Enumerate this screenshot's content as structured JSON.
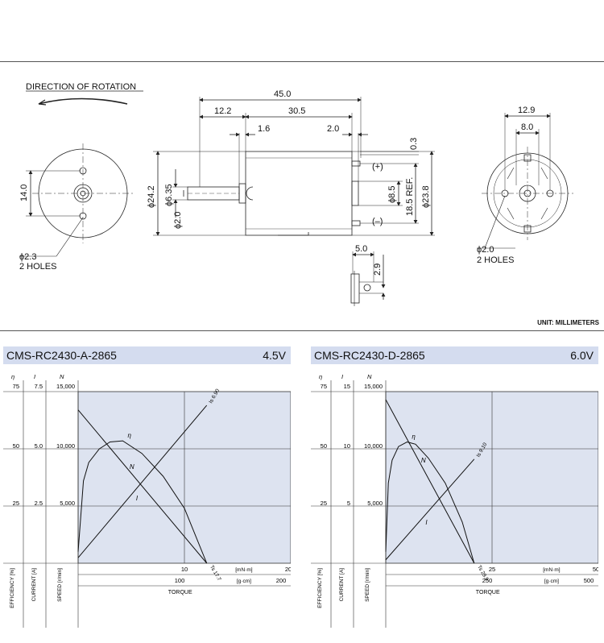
{
  "drawing": {
    "direction_label": "DIRECTION OF ROTATION",
    "dims": {
      "overall_length": "45.0",
      "d12_2": "12.2",
      "d30_5": "30.5",
      "d1_6": "1.6",
      "d2_0": "2.0",
      "d0_3": "0.3",
      "dia24_2": "ϕ24.2",
      "dia6_35": "ϕ6.35",
      "dia2_0": "ϕ2.0",
      "dia8_5": "ϕ8.5",
      "ref18_5": "18.5 REF.",
      "dia23_8": "ϕ23.8",
      "d14_0": "14.0",
      "d12_9": "12.9",
      "d8_0": "8.0",
      "d5_0": "5.0",
      "d2_9": "2.9",
      "plus": "(+)",
      "minus": "(–)"
    },
    "left_holes": {
      "dia": "ϕ2.3",
      "count": "2 HOLES"
    },
    "right_holes": {
      "dia": "ϕ2.0",
      "count": "2 HOLES"
    },
    "unit": "UNIT: MILLIMETERS"
  },
  "chart_data": [
    {
      "type": "line",
      "model": "CMS-RC2430-A-2865",
      "voltage": "4.5V",
      "axes_headers": {
        "eff_sym": "η",
        "cur_sym": "I",
        "spd_sym": "N"
      },
      "efficiency_ticks": [
        "75",
        "50",
        "25"
      ],
      "current_ticks": [
        "7.5",
        "5.0",
        "2.5"
      ],
      "speed_ticks": [
        "15,000",
        "10,000",
        "5,000"
      ],
      "torque_mnm_ticks": [
        "10",
        "20"
      ],
      "torque_gcm_ticks": [
        "100",
        "200"
      ],
      "unit_mnm": "[mN·m]",
      "unit_gcm": "[g·cm]",
      "xlabel": "TORQUE",
      "ylabels": [
        "EFFICIENCY [%]",
        "CURRENT [A]",
        "SPEED [r/min]"
      ],
      "xlim": [
        0,
        20
      ],
      "ylim_speed": [
        0,
        15000
      ],
      "series": [
        {
          "name": "N",
          "x": [
            0,
            12.1
          ],
          "y": [
            13400,
            0
          ]
        },
        {
          "name": "I",
          "x": [
            0,
            12.1
          ],
          "y": [
            0.24,
            6.9
          ]
        },
        {
          "name": "η",
          "x": [
            0,
            0.5,
            1,
            2,
            3,
            4.2,
            6,
            8,
            10,
            12.1
          ],
          "y": [
            5,
            36,
            44,
            50,
            53,
            53.5,
            48,
            38,
            24,
            0
          ]
        }
      ],
      "annotations": {
        "is": "Is 6.90",
        "ts": "Ts 17.7"
      }
    },
    {
      "type": "line",
      "model": "CMS-RC2430-D-2865",
      "voltage": "6.0V",
      "axes_headers": {
        "eff_sym": "η",
        "cur_sym": "I",
        "spd_sym": "N"
      },
      "efficiency_ticks": [
        "75",
        "50",
        "25"
      ],
      "current_ticks": [
        "15",
        "10",
        "5"
      ],
      "speed_ticks": [
        "15,000",
        "10,000",
        "5,000"
      ],
      "torque_mnm_ticks": [
        "25",
        "50"
      ],
      "torque_gcm_ticks": [
        "250",
        "500"
      ],
      "unit_mnm": "[mN·m]",
      "unit_gcm": "[g·cm]",
      "xlabel": "TORQUE",
      "ylabels": [
        "EFFICIENCY [%]",
        "CURRENT [A]",
        "SPEED [r/min]"
      ],
      "xlim": [
        0,
        50
      ],
      "ylim_speed": [
        0,
        15000
      ],
      "series": [
        {
          "name": "N",
          "x": [
            0,
            20.8
          ],
          "y": [
            14300,
            0
          ]
        },
        {
          "name": "I",
          "x": [
            0,
            20.8
          ],
          "y": [
            0.3,
            9.1
          ]
        },
        {
          "name": "η",
          "x": [
            0,
            0.6,
            1.5,
            3,
            5,
            7,
            10,
            14,
            18,
            20.8
          ],
          "y": [
            5,
            35,
            45,
            51,
            53,
            52,
            46,
            35,
            18,
            0
          ]
        }
      ],
      "annotations": {
        "is": "Is 9.10",
        "ts": "Ts 29.9"
      }
    }
  ]
}
